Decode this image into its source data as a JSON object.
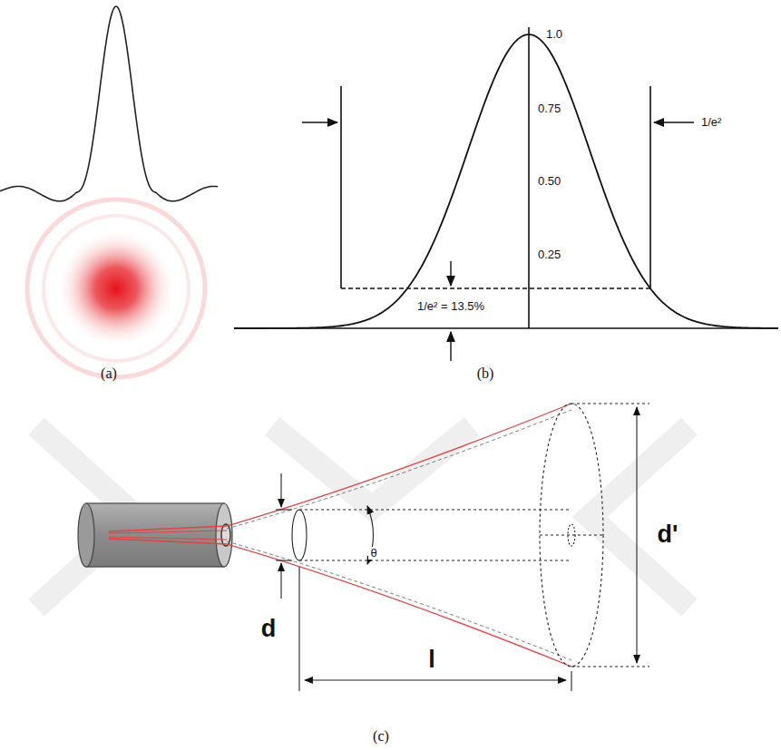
{
  "diagram": {
    "labels": [
      "(a)",
      "1.0",
      "0.75",
      "0.50",
      "0.25",
      "1/e²",
      "1/e² = 13.5%",
      "(b)",
      "d",
      "θ",
      "l",
      "d'",
      "(c)"
    ]
  }
}
